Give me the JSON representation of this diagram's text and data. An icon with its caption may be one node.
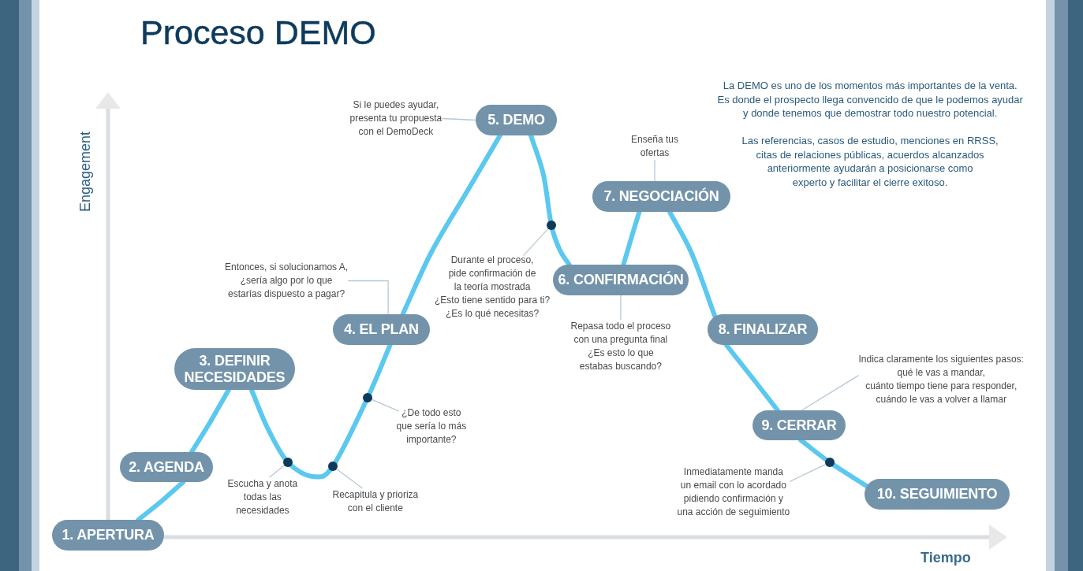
{
  "diagram": {
    "title": "Proceso DEMO",
    "nodes": [
      {
        "text": [
          "1. APERTURA"
        ]
      },
      {
        "text": [
          "2. AGENDA"
        ]
      },
      {
        "text": [
          "3. DEFINIR NECESIDADES"
        ]
      },
      {
        "text": [
          "4. EL PLAN"
        ]
      },
      {
        "text": [
          "5. DEMO"
        ]
      },
      {
        "text": [
          "6. CONFIRMACIÓN"
        ]
      },
      {
        "text": [
          "7. NEGOCIACIÓN"
        ]
      },
      {
        "text": [
          "8. FINALIZAR"
        ]
      },
      {
        "text": [
          "9. CERRAR"
        ]
      },
      {
        "text": [
          "10. SEGUIMIENTO"
        ]
      },
      {
        "text": [
          "Si le puedes ayudar, presenta tu propuesta con el DemoDeck"
        ]
      },
      {
        "text": [
          "Entonces, si solucionamos A, ¿sería algo por lo que estarías dispuesto a pagar?"
        ]
      },
      {
        "text": [
          "Durante el proceso, pide confirmación de la teoría mostrada ¿Esto tiene sentido para ti? ¿Es lo qué necesitas?"
        ]
      },
      {
        "text": [
          "Enseña tus ofertas"
        ]
      },
      {
        "text": [
          "Repasa todo el proceso con una pregunta final ¿Es esto lo que estabas buscando?"
        ]
      },
      {
        "text": [
          "Indica claramente los siguientes pasos: qué le vas a mandar, cuánto tiempo tiene para responder, cuándo le vas a volver a llamar"
        ]
      },
      {
        "text": [
          "Inmediatamente manda un email con lo acordado pidiendo confirmación y una acción de seguimiento"
        ]
      },
      {
        "text": [
          "Escucha y anota todas las necesidades"
        ]
      },
      {
        "text": [
          "Recapitula y prioriza con el cliente"
        ]
      },
      {
        "text": [
          "¿De todo esto que sería lo más importante?"
        ]
      },
      {
        "text": [],
        "shape": "circle"
      },
      {
        "text": [],
        "shape": "circle"
      },
      {
        "text": [],
        "shape": "circle"
      },
      {
        "text": [],
        "shape": "circle"
      },
      {
        "text": [],
        "shape": "circle"
      }
    ],
    "edges": [
      {
        "from": 0,
        "to": 1,
        "arrow": "none",
        "style": "thick",
        "color": "#5bc8ef"
      },
      {
        "from": 1,
        "to": 2,
        "arrow": "none",
        "style": "thick",
        "color": "#5bc8ef"
      },
      {
        "from": 2,
        "to": 3,
        "arrow": "none",
        "style": "thick",
        "color": "#5bc8ef"
      },
      {
        "from": 3,
        "to": 4,
        "arrow": "none",
        "style": "thick",
        "color": "#5bc8ef"
      },
      {
        "from": 4,
        "to": 5,
        "arrow": "none",
        "style": "thick",
        "color": "#5bc8ef"
      },
      {
        "from": 5,
        "to": 6,
        "arrow": "none",
        "style": "thick",
        "color": "#5bc8ef"
      },
      {
        "from": 6,
        "to": 7,
        "arrow": "none",
        "style": "thick",
        "color": "#5bc8ef"
      },
      {
        "from": 7,
        "to": 8,
        "arrow": "none",
        "style": "thick",
        "color": "#5bc8ef"
      },
      {
        "from": 8,
        "to": 9,
        "arrow": "none",
        "style": "thick",
        "color": "#5bc8ef"
      },
      {
        "from": 10,
        "to": 4,
        "arrow": "none"
      },
      {
        "from": 11,
        "to": 3,
        "arrow": "none"
      },
      {
        "from": 12,
        "to": 23,
        "arrow": "none"
      },
      {
        "from": 13,
        "to": 6,
        "arrow": "none"
      },
      {
        "from": 14,
        "to": 5,
        "arrow": "none"
      },
      {
        "from": 15,
        "to": 8,
        "arrow": "none"
      },
      {
        "from": 16,
        "to": 24,
        "arrow": "none"
      },
      {
        "from": 17,
        "to": 20,
        "arrow": "none"
      },
      {
        "from": 18,
        "to": 21,
        "arrow": "none"
      },
      {
        "from": 19,
        "to": 22,
        "arrow": "none"
      }
    ],
    "labels": [
      "La DEMO es uno de los momentos más importantes de la venta. Es donde el prospecto llega convencido de que le podemos ayudar y donde tenemos que demostrar todo nuestro potencial.",
      "Las referencias, casos de estudio, menciones en RRSS, citas de relaciones públicas, acuerdos alcanzados anteriormente ayudarán a posicionarse como experto y facilitar el cierre exitoso.",
      "Engagement",
      "Tiempo"
    ]
  }
}
